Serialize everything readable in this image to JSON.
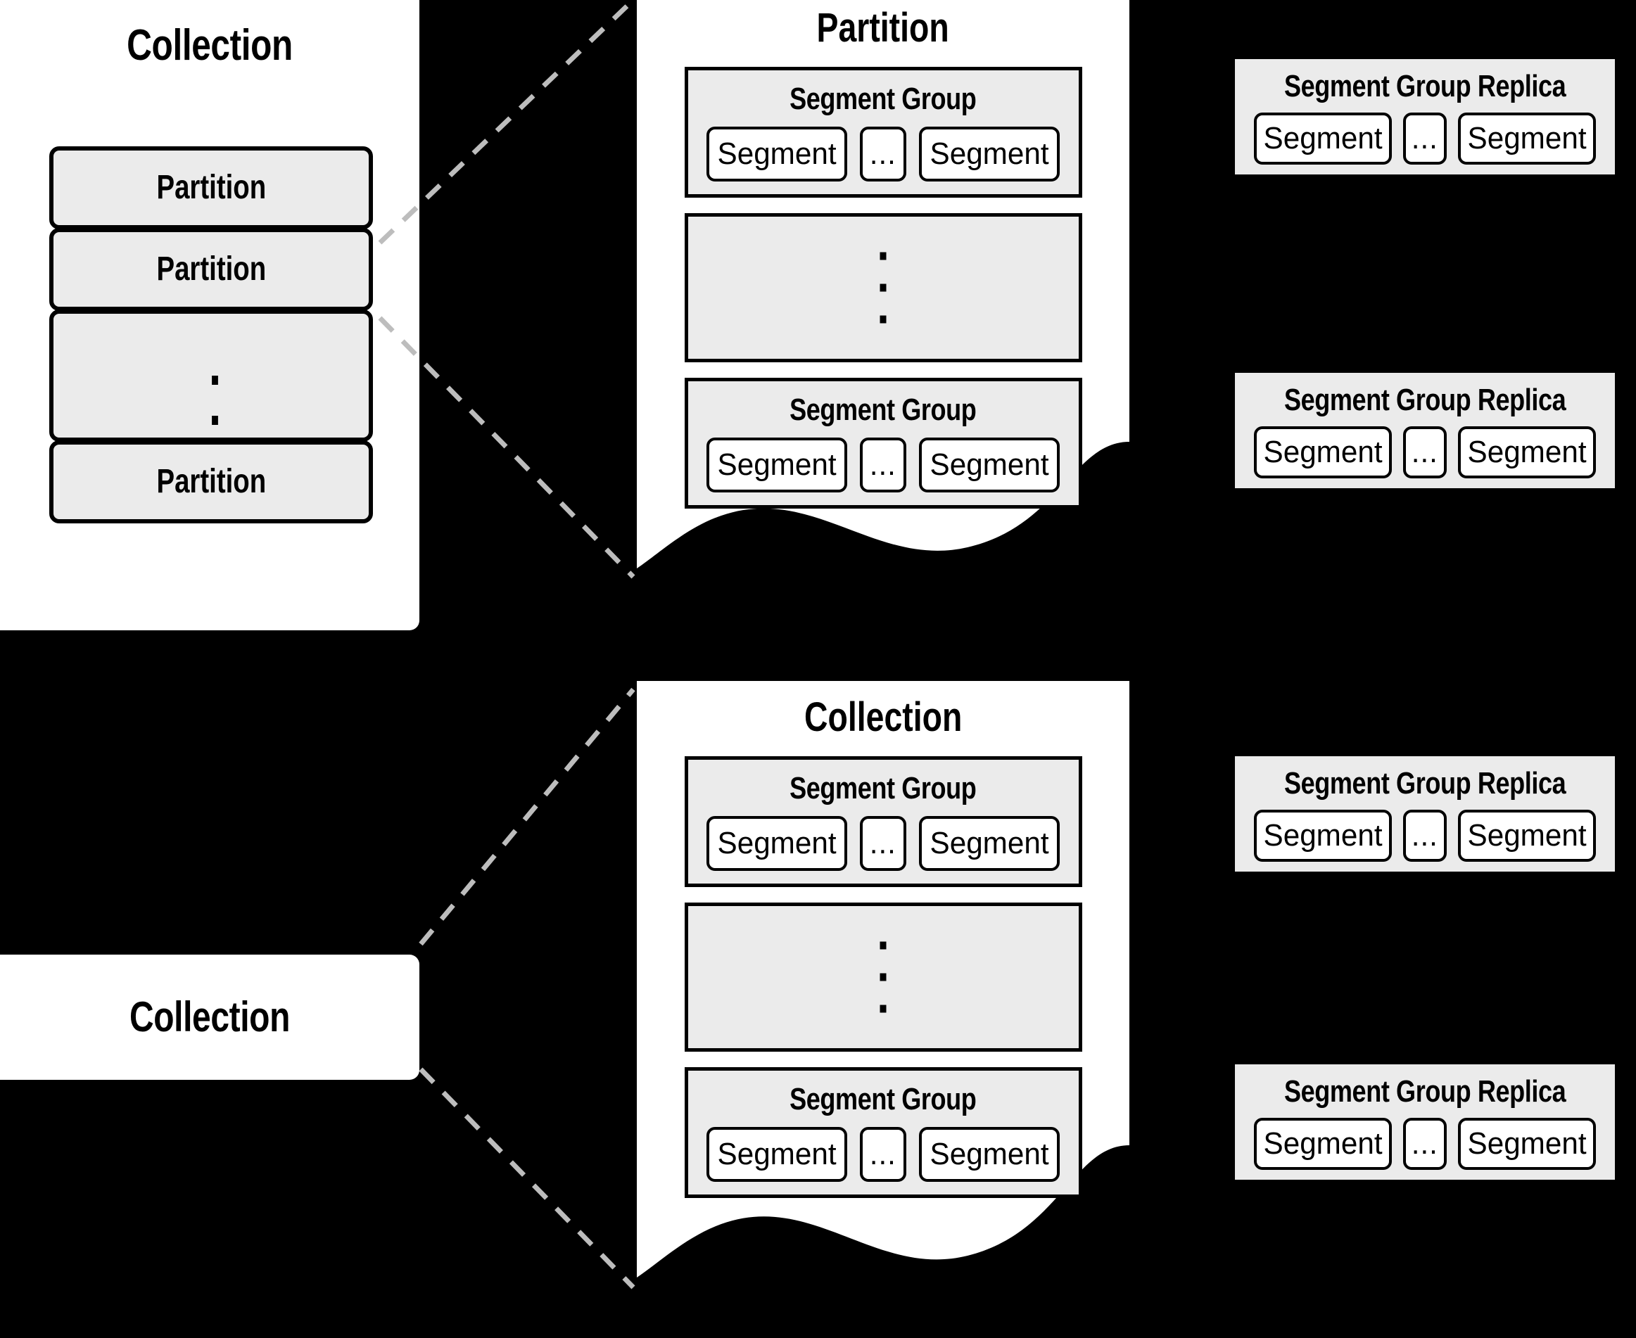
{
  "background_color": "#000000",
  "panel_color": "#ffffff",
  "box_fill_color": "#ebebeb",
  "outline_color": "#000000",
  "connector_color": "#bdbdbd",
  "labels": {
    "collection": "Collection",
    "partition": "Partition",
    "segment_group": "Segment Group",
    "segment_group_replica": "Segment Group Replica",
    "segment": "Segment",
    "ellipsis": "...",
    "vertical_ellipsis": "⋮"
  },
  "collection_left_top": {
    "title": "Collection",
    "partitions": [
      {
        "label": "Partition",
        "kind": "item"
      },
      {
        "label": "Partition",
        "kind": "item"
      },
      {
        "label": "",
        "kind": "ellipsis"
      },
      {
        "label": "Partition",
        "kind": "item"
      }
    ]
  },
  "collection_left_bottom": {
    "title": "Collection"
  },
  "partition_panel": {
    "title": "Partition",
    "segment_groups": [
      {
        "title": "Segment Group",
        "segments": [
          "Segment",
          "...",
          "Segment"
        ]
      },
      {
        "title": "",
        "kind": "ellipsis",
        "segments": []
      },
      {
        "title": "Segment Group",
        "segments": [
          "Segment",
          "...",
          "Segment"
        ]
      }
    ]
  },
  "collection_panel": {
    "title": "Collection",
    "segment_groups": [
      {
        "title": "Segment Group",
        "segments": [
          "Segment",
          "...",
          "Segment"
        ]
      },
      {
        "title": "",
        "kind": "ellipsis",
        "segments": []
      },
      {
        "title": "Segment Group",
        "segments": [
          "Segment",
          "...",
          "Segment"
        ]
      }
    ]
  },
  "replicas": [
    {
      "title": "Segment Group Replica",
      "segments": [
        "Segment",
        "...",
        "Segment"
      ]
    },
    {
      "title": "Segment Group Replica",
      "segments": [
        "Segment",
        "...",
        "Segment"
      ]
    },
    {
      "title": "Segment Group Replica",
      "segments": [
        "Segment",
        "...",
        "Segment"
      ]
    },
    {
      "title": "Segment Group Replica",
      "segments": [
        "Segment",
        "...",
        "Segment"
      ]
    }
  ]
}
